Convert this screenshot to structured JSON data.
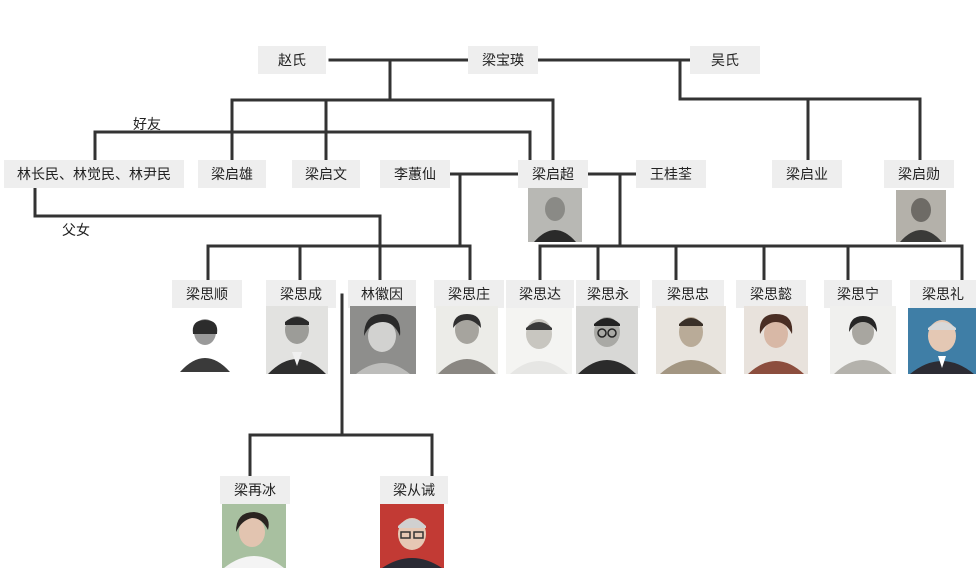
{
  "tree": {
    "gen1": {
      "father": "梁宝瑛",
      "wife1": "赵氏",
      "wife2": "吴氏"
    },
    "gen2": {
      "friends": "林长民、林觉民、林尹民",
      "qixiong": "梁启雄",
      "qiwen": "梁启文",
      "li": "李蕙仙",
      "qichao": "梁启超",
      "wang": "王桂荃",
      "qiye": "梁启业",
      "qixun": "梁启勋"
    },
    "gen3": {
      "sishun": "梁思顺",
      "sicheng": "梁思成",
      "linhuiyin": "林徽因",
      "sizhuang": "梁思庄",
      "sida": "梁思达",
      "siyong": "梁思永",
      "sizhong": "梁思忠",
      "siyi": "梁思懿",
      "sining": "梁思宁",
      "sili": "梁思礼"
    },
    "gen4": {
      "zaibing": "梁再冰",
      "congjie": "梁从诫"
    },
    "relations": {
      "friend": "好友",
      "father_daughter": "父女"
    }
  }
}
